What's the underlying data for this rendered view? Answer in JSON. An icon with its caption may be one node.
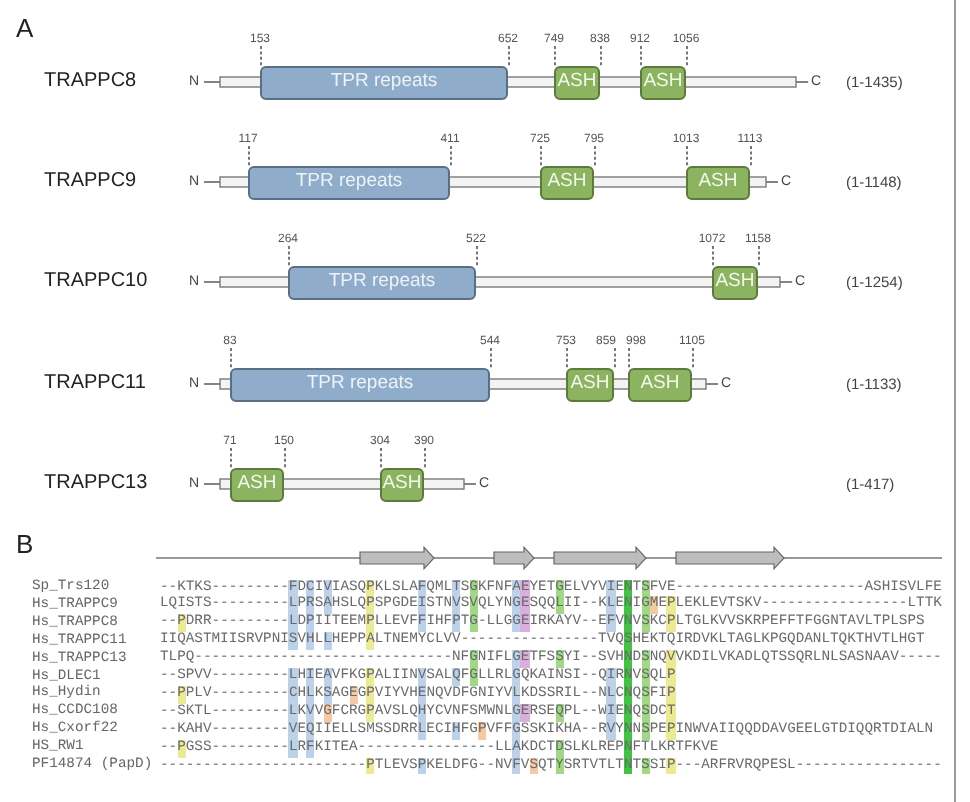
{
  "diagram": {
    "nodes": [
      {
        "text": [
          "TPR repeats"
        ],
        "beside": [
          "153",
          "652"
        ]
      },
      {
        "text": [
          "ASH"
        ],
        "beside": [
          "749",
          "838"
        ]
      },
      {
        "text": [
          "ASH"
        ],
        "beside": [
          "912",
          "1056"
        ]
      },
      {
        "text": [
          "TPR repeats"
        ],
        "beside": [
          "117",
          "411"
        ]
      },
      {
        "text": [
          "ASH"
        ],
        "beside": [
          "725",
          "795"
        ]
      },
      {
        "text": [
          "ASH"
        ],
        "beside": [
          "1013",
          "1113"
        ]
      },
      {
        "text": [
          "TPR repeats"
        ],
        "beside": [
          "264",
          "522"
        ]
      },
      {
        "text": [
          "ASH"
        ],
        "beside": [
          "1072",
          "1158"
        ]
      },
      {
        "text": [
          "TPR repeats"
        ],
        "beside": [
          "83",
          "544"
        ]
      },
      {
        "text": [
          "ASH"
        ],
        "beside": [
          "753",
          "859"
        ]
      },
      {
        "text": [
          "ASH"
        ],
        "beside": [
          "998",
          "1105"
        ]
      },
      {
        "text": [
          "ASH"
        ],
        "beside": [
          "71",
          "150"
        ]
      },
      {
        "text": [
          "ASH"
        ],
        "beside": [
          "304",
          "390"
        ]
      }
    ],
    "labels": [
      "A",
      "TRAPPC8",
      "N",
      "C",
      "(1-1435)",
      "TRAPPC9",
      "N",
      "C",
      "(1-1148)",
      "TRAPPC10",
      "N",
      "C",
      "(1-1254)",
      "TRAPPC11",
      "N",
      "C",
      "(1-1133)",
      "TRAPPC13",
      "N",
      "C",
      "(1-417)",
      "B",
      "Sp_Trs120",
      "--KTKS---------FDCIVIASQPKLSLAFQMLTSGKFNFAEYETGELVYVIENTSFVE----------------------ASHISVLFE",
      "Hs_TRAPPC9",
      "LQISTS---------LPRSAHSLQPSPGDEISTNVSVQLYNGESQQLII--KLENIGMEPLEKLEVTSKV-----------------LTTK",
      "Hs_TRAPPC8",
      "--PDRR---------LDPIITEEMPLLEVFFIHFPTG-LLGGEIRKAYV--EFVNVSKCPLTGLKVVSKRPEFFTFGGNTAVLTPLSPS",
      "Hs_TRAPPC11",
      "IIQASTMIISRVPNISVHLLHEPPALTNEMYCLVV----------------TVQSHEKTQIRDVKLTAGLKPGQDANLTQKTHVTLHGT",
      "Hs_TRAPPC13",
      "TLPQ------------------------------NFGNIFLGETFSSYI--SVHNDSNQVVKDILVKADLQTSSQRLNLSASNAAV-----",
      "Hs_DLEC1",
      "--SPVV---------LHIEAVFKGPALIINVSALQFGLLRLGQKAINSI--QIRNVSQLP",
      "Hs_Hydin",
      "--PPLV---------CHLKSAGEGPVIYVHENQVDFGNIYVLKDSSRIL--NLCNQSFIP",
      "Hs_CCDC108",
      "--SKTL---------LKVVGFCRGPAVSLQHYCVNFSMWNLGERSEQPL--WIENQSDCT",
      "Hs_Cxorf22",
      "--KAHV---------VEQIIELLSMSSDRRLECIHFGPVFFGSSKIKHA--RVYNNSPEPINWVAIIQQDDAVGEELGTDIQQRTDIALN",
      "HS_RW1",
      "--PGSS---------LRFKITEA----------------LLAKDCTDSLKLREPNFTLKRTFKVE",
      "PF14874 (PapD)",
      "------------------------PTLEVSPKELDFG--NVFVSQTYSRTVTLTNTSSIP---ARFRVRQPESL-----------------"
    ]
  }
}
